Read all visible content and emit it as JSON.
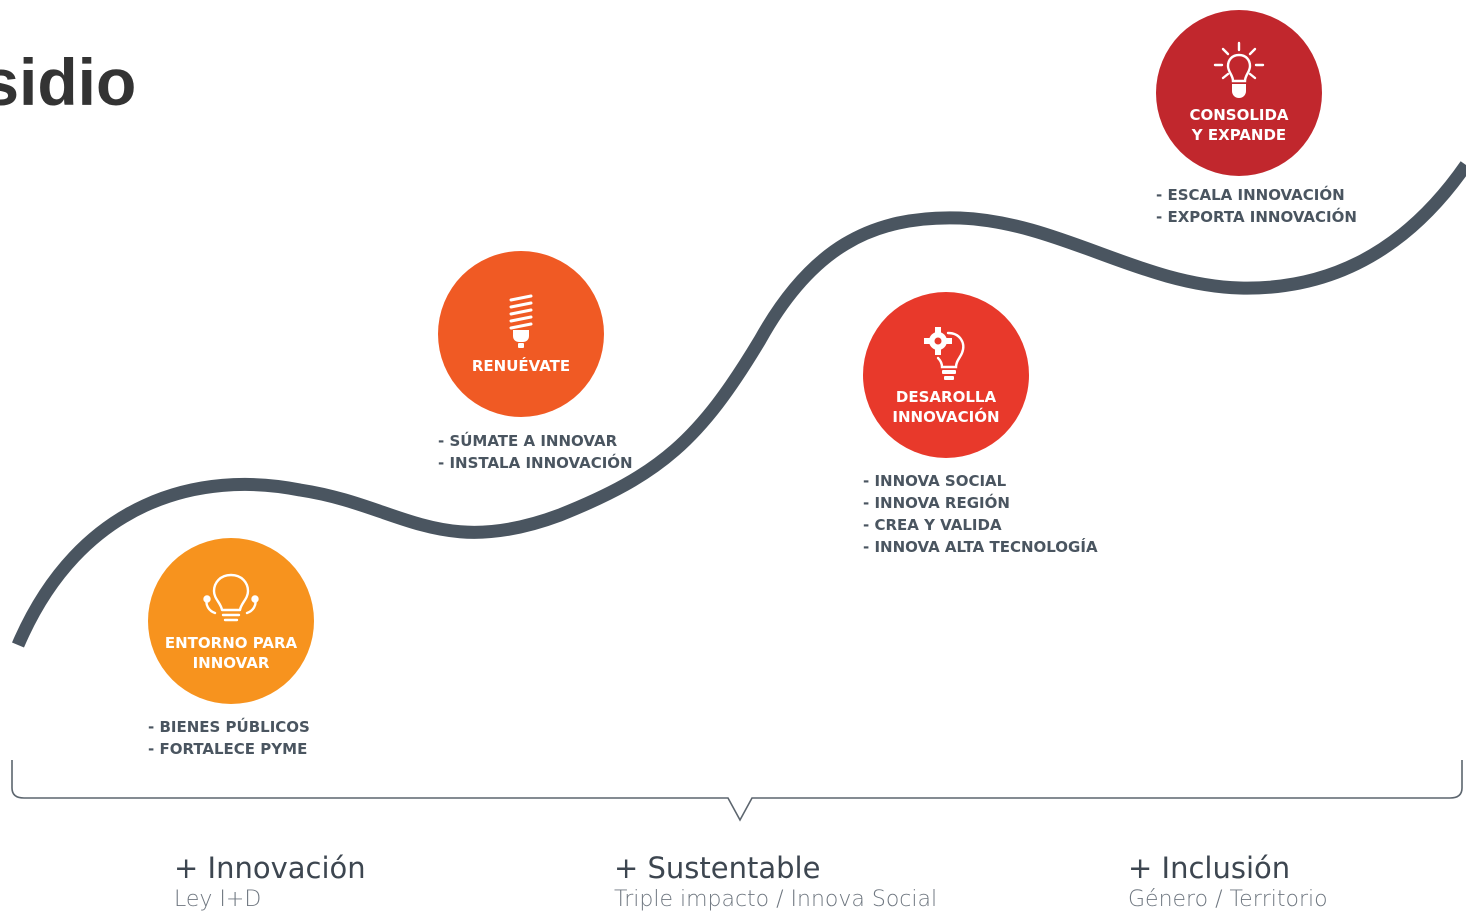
{
  "heading": "bsidio",
  "stages": [
    {
      "label": "ENTORNO PARA\nINNOVAR",
      "icon": "lightbulb-network-icon",
      "color": "#f7931e",
      "bullets": [
        "- BIENES PÚBLICOS",
        "- FORTALECE PYME"
      ]
    },
    {
      "label": "RENUÉVATE",
      "icon": "energy-saving-bulb-icon",
      "color": "#f05a24",
      "bullets": [
        "- SÚMATE A INNOVAR",
        "- INSTALA INNOVACIÓN"
      ]
    },
    {
      "label": "DESAROLLA\nINNOVACIÓN",
      "icon": "gear-bulb-icon",
      "color": "#e8392b",
      "bullets": [
        "- INNOVA SOCIAL",
        "- INNOVA REGIÓN",
        "- CREA Y VALIDA",
        "- INNOVA ALTA TECNOLOGÍA"
      ]
    },
    {
      "label": "CONSOLIDA\nY EXPANDE",
      "icon": "shining-bulb-icon",
      "color": "#c1272d",
      "bullets": [
        "- ESCALA INNOVACIÓN",
        "- EXPORTA INNOVACIÓN"
      ]
    }
  ],
  "pillars": [
    {
      "title": "+ Innovación",
      "subtitle": "Ley I+D"
    },
    {
      "title": "+ Sustentable",
      "subtitle": "Triple impacto / Innova Social"
    },
    {
      "title": "+ Inclusión",
      "subtitle": "Género / Territorio"
    }
  ],
  "colors": {
    "curve": "#4a5560",
    "bracket": "#5c656e"
  }
}
